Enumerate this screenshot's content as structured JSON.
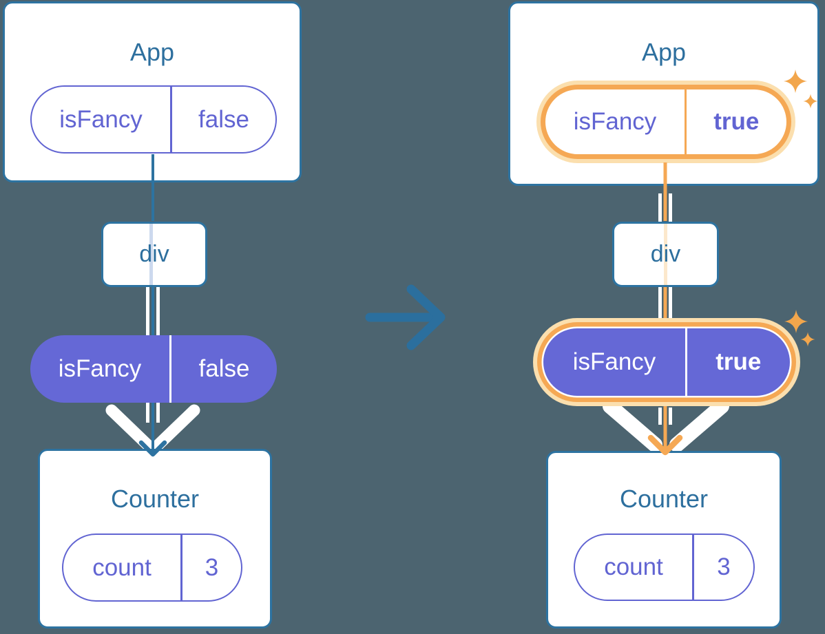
{
  "figure": {
    "description_arrow": "transition-from-left-to-right",
    "colors": {
      "background": "#4c6470",
      "card_border": "#2d73a1",
      "heading_text": "#2d6f9e",
      "arrow_blue": "#2d73a1",
      "purple_outline": "#6164d2",
      "purple_fill": "#6568d6",
      "highlight_orange": "#f5a854",
      "highlight_halo": "#fbdfae",
      "sparkle_orange": "#f2a64c",
      "lavender_trace": "#ccd9ee",
      "faint_orange_trace": "#fce8cc",
      "white": "#ffffff"
    }
  },
  "panels": [
    {
      "id": "before",
      "app": {
        "title": "App",
        "pill": {
          "key": "isFancy",
          "value": "false"
        }
      },
      "div_label": "div",
      "prop": {
        "key": "isFancy",
        "value": "false"
      },
      "counter": {
        "title": "Counter",
        "pill": {
          "key": "count",
          "value": "3"
        }
      }
    },
    {
      "id": "after",
      "app": {
        "title": "App",
        "pill": {
          "key": "isFancy",
          "value": "true"
        }
      },
      "div_label": "div",
      "prop": {
        "key": "isFancy",
        "value": "true"
      },
      "counter": {
        "title": "Counter",
        "pill": {
          "key": "count",
          "value": "3"
        }
      }
    }
  ]
}
